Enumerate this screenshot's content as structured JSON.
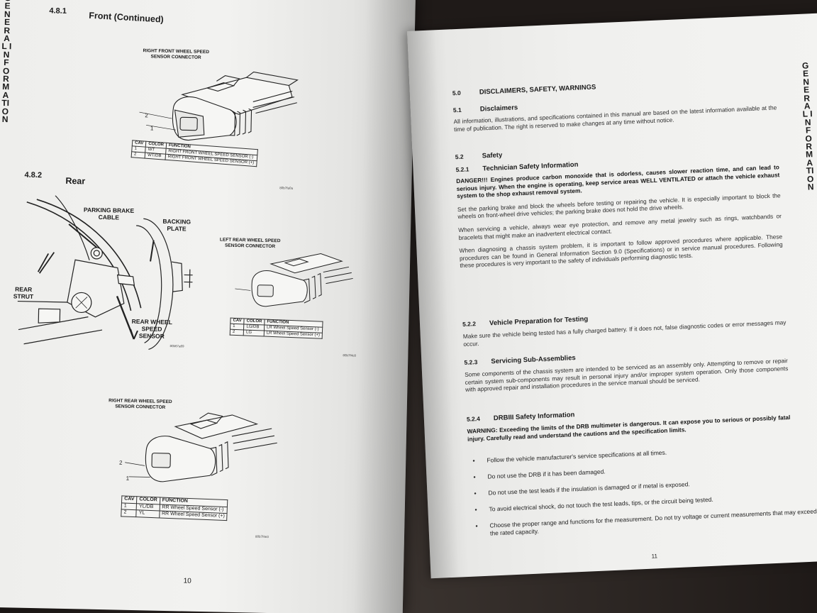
{
  "left_page": {
    "side_title": "GENERAL INFORMATION",
    "section_front": {
      "number": "4.8.1",
      "title": "Front (Continued)"
    },
    "front_connector": {
      "label": "RIGHT FRONT WHEEL SPEED SENSOR CONNECTOR",
      "pin_numbers": [
        "2",
        "1"
      ],
      "figure_id": "80b7fa0a",
      "table": {
        "headers": [
          "CAV",
          "COLOR",
          "FUNCTION"
        ],
        "rows": [
          [
            "1",
            "WT",
            "RIGHT FRONT WHEEL SPEED SENSOR (-)"
          ],
          [
            "2",
            "WT/DB",
            "RIGHT FRONT WHEEL SPEED SENSOR (+)"
          ]
        ]
      }
    },
    "section_rear": {
      "number": "4.8.2",
      "title": "Rear"
    },
    "rear_callouts": {
      "parking_brake_cable": "PARKING BRAKE CABLE",
      "backing_plate": "BACKING PLATE",
      "rear_strut": "REAR STRUT",
      "rear_wheel_speed_sensor": "REAR WHEEL SPEED SENSOR",
      "figure_id": "80b67a69"
    },
    "left_rear_connector": {
      "label": "LEFT REAR WHEEL SPEED SENSOR CONNECTOR",
      "figure_id": "80b7f4c8",
      "table": {
        "headers": [
          "CAV",
          "COLOR",
          "FUNCTION"
        ],
        "rows": [
          [
            "1",
            "LG/DB",
            "LR Wheel Speed Sensor (-)"
          ],
          [
            "2",
            "LG",
            "LR Wheel Speed Sensor (+)"
          ]
        ]
      }
    },
    "right_rear_connector": {
      "label": "RIGHT REAR WHEEL SPEED SENSOR CONNECTOR",
      "pin_numbers": [
        "2",
        "1"
      ],
      "figure_id": "80b7f4e3",
      "table": {
        "headers": [
          "CAV",
          "COLOR",
          "FUNCTION"
        ],
        "rows": [
          [
            "1",
            "YL/DB",
            "RR Wheel Speed Sensor (-)"
          ],
          [
            "2",
            "YL",
            "RR Wheel Speed Sensor (+)"
          ]
        ]
      }
    },
    "page_number": "10"
  },
  "right_page": {
    "side_title": "GENERAL INFORMATION",
    "s5_0": {
      "number": "5.0",
      "title": "DISCLAIMERS, SAFETY, WARNINGS"
    },
    "s5_1": {
      "number": "5.1",
      "title": "Disclaimers",
      "text": "All information, illustrations, and specifications contained in this manual are based on the latest information available at the time of publication. The right is reserved to make changes at any time without notice."
    },
    "s5_2": {
      "number": "5.2",
      "title": "Safety"
    },
    "s5_2_1": {
      "number": "5.2.1",
      "title": "Technician Safety Information",
      "danger": "DANGER!!! Engines produce carbon monoxide that is odorless, causes slower reaction time, and can lead to serious injury. When the engine is operating, keep service areas WELL VENTILATED or attach the vehicle exhaust system to the shop exhaust removal system.",
      "p1": "Set the parking brake and block the wheels before testing or repairing the vehicle. It is especially important to block the wheels on front-wheel drive vehicles; the parking brake does not hold the drive wheels.",
      "p2": "When servicing a vehicle, always wear eye protection, and remove any metal jewelry such as rings, watchbands or bracelets that might make an inadvertent electrical contact.",
      "p3": "When diagnosing a chassis system problem, it is important to follow approved procedures where applicable. These procedures can be found in General Information Section 9.0 (Specifications) or in service manual procedures. Following these procedures is very important to the safety of individuals performing diagnostic tests."
    },
    "s5_2_2": {
      "number": "5.2.2",
      "title": "Vehicle Preparation for Testing",
      "text": "Make sure the vehicle being tested has a fully charged battery. If it does not, false diagnostic codes or error messages may occur."
    },
    "s5_2_3": {
      "number": "5.2.3",
      "title": "Servicing Sub-Assemblies",
      "text": "Some components of the chassis system are intended to be serviced as an assembly only. Attempting to remove or repair certain system sub-components may result in personal injury and/or improper system operation. Only those components with approved repair and installation procedures in the service manual should be serviced."
    },
    "s5_2_4": {
      "number": "5.2.4",
      "title": "DRBIII Safety Information",
      "warning": "WARNING: Exceeding the limits of the DRB multimeter is dangerous. It can expose you to serious or possibly fatal injury. Carefully read and understand the cautions and the specification limits.",
      "bullets": [
        "Follow the vehicle manufacturer's service specifications at all times.",
        "Do not use the DRB if it has been damaged.",
        "Do not use the test leads if the insulation is damaged or if metal is exposed.",
        "To avoid electrical shock, do not touch the test leads, tips, or the circuit being tested.",
        "Choose the proper range and functions for the measurement. Do not try voltage or current measurements that may exceed the rated capacity."
      ]
    },
    "page_number": "11"
  }
}
